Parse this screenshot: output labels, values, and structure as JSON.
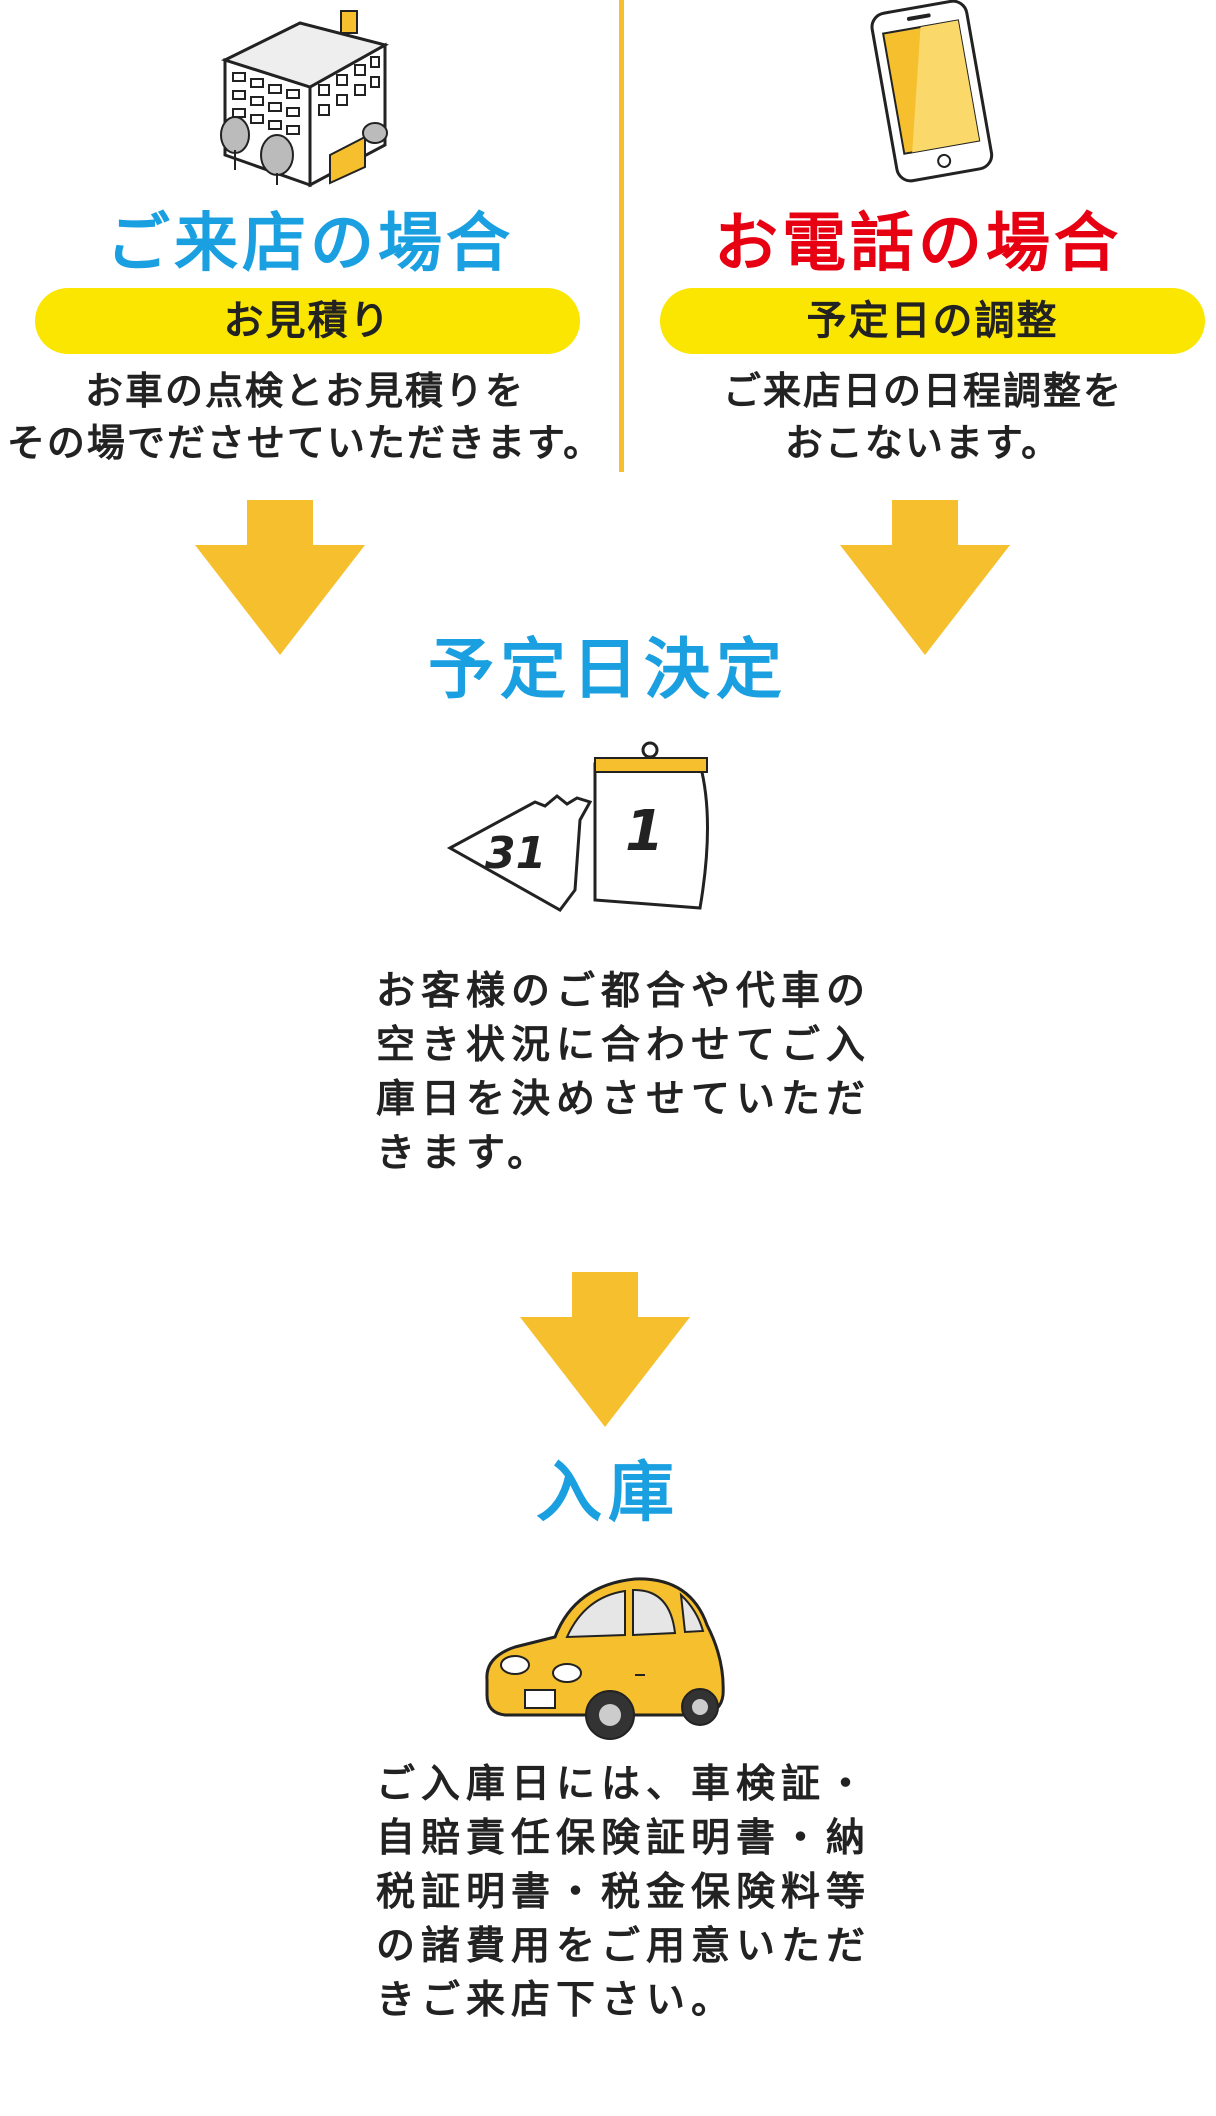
{
  "colors": {
    "blue": "#1aa0e0",
    "red": "#e60012",
    "yellow_pill": "#fae600",
    "arrow": "#f5bf2e",
    "text": "#222222"
  },
  "store": {
    "title": "ご来店の場合",
    "pill": "お見積り",
    "desc": [
      "お車の点検とお見積りを",
      "その場でださせていただきます。"
    ],
    "icon": "office-building-icon"
  },
  "phone": {
    "title": "お電話の場合",
    "pill": "予定日の調整",
    "desc": [
      "ご来店日の日程調整を",
      "おこないます。"
    ],
    "icon": "smartphone-icon"
  },
  "schedule": {
    "title": "予定日決定",
    "calendar_prev": "31",
    "calendar_next": "1",
    "icon": "calendar-icon",
    "body": [
      "お客様のご都合や代車の",
      "空き状況に合わせてご入",
      "庫日を決めさせていただ",
      "きます。"
    ]
  },
  "entry": {
    "title": "入庫",
    "icon": "yellow-car-icon",
    "body": [
      "ご入庫日には、車検証・",
      "自賠責任保険証明書・納",
      "税証明書・税金保険料等",
      "の諸費用をご用意いただ",
      "きご来店下さい。"
    ]
  }
}
